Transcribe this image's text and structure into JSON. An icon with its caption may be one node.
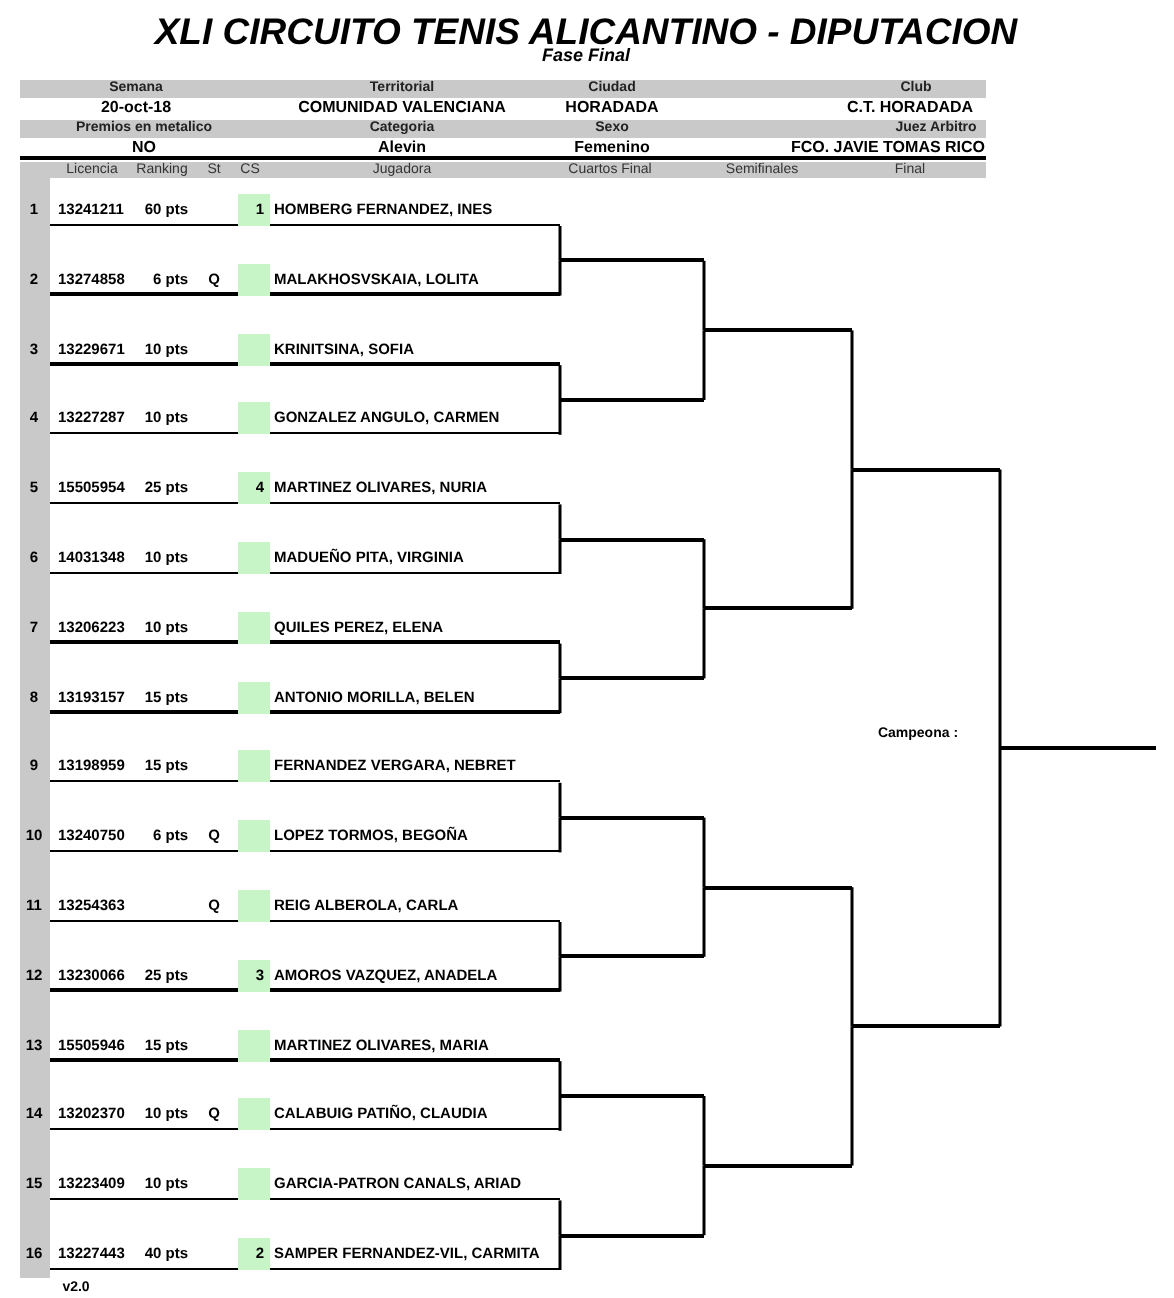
{
  "diagram": {
    "title": "XLI CIRCUITO TENIS ALICANTINO - DIPUTACION",
    "nodes": [
      {
        "text": [
          "1",
          "13241211",
          "60 pts",
          "1",
          "HOMBERG FERNANDEZ, INES"
        ]
      },
      {
        "text": [
          "2",
          "13274858",
          "6 pts",
          "Q",
          "MALAKHOSVSKAIA, LOLITA"
        ]
      },
      {
        "text": [
          "3",
          "13229671",
          "10 pts",
          "KRINITSINA, SOFIA"
        ]
      },
      {
        "text": [
          "4",
          "13227287",
          "10 pts",
          "GONZALEZ ANGULO, CARMEN"
        ]
      },
      {
        "text": [
          "5",
          "15505954",
          "25 pts",
          "4",
          "MARTINEZ OLIVARES, NURIA"
        ]
      },
      {
        "text": [
          "6",
          "14031348",
          "10 pts",
          "MADUEÑO PITA, VIRGINIA"
        ]
      },
      {
        "text": [
          "7",
          "13206223",
          "10 pts",
          "QUILES PEREZ, ELENA"
        ]
      },
      {
        "text": [
          "8",
          "13193157",
          "15 pts",
          "ANTONIO MORILLA, BELEN"
        ]
      },
      {
        "text": [
          "9",
          "13198959",
          "15 pts",
          "FERNANDEZ VERGARA, NEBRET"
        ]
      },
      {
        "text": [
          "10",
          "13240750",
          "6 pts",
          "Q",
          "LOPEZ TORMOS, BEGOÑA"
        ]
      },
      {
        "text": [
          "11",
          "13254363",
          "Q",
          "REIG ALBEROLA, CARLA"
        ]
      },
      {
        "text": [
          "12",
          "13230066",
          "25 pts",
          "3",
          "AMOROS VAZQUEZ, ANADELA"
        ]
      },
      {
        "text": [
          "13",
          "15505946",
          "15 pts",
          "MARTINEZ OLIVARES, MARIA"
        ]
      },
      {
        "text": [
          "14",
          "13202370",
          "10 pts",
          "Q",
          "CALABUIG PATIÑO, CLAUDIA"
        ]
      },
      {
        "text": [
          "15",
          "13223409",
          "10 pts",
          "GARCIA-PATRON CANALS, ARIAD"
        ]
      },
      {
        "text": [
          "16",
          "13227443",
          "40 pts",
          "2",
          "SAMPER FERNANDEZ-VIL, CARMITA"
        ]
      },
      {
        "text": [],
        "shape": "line"
      },
      {
        "text": [],
        "shape": "line"
      },
      {
        "text": [],
        "shape": "line"
      },
      {
        "text": [],
        "shape": "line"
      },
      {
        "text": [],
        "shape": "line"
      },
      {
        "text": [],
        "shape": "line"
      },
      {
        "text": [],
        "shape": "line"
      },
      {
        "text": [],
        "shape": "line"
      },
      {
        "text": [],
        "shape": "line"
      },
      {
        "text": [],
        "shape": "line"
      },
      {
        "text": [],
        "shape": "line"
      },
      {
        "text": [],
        "shape": "line"
      },
      {
        "text": [],
        "shape": "line"
      },
      {
        "text": [],
        "shape": "line"
      },
      {
        "text": [],
        "shape": "line"
      }
    ],
    "edges": [
      {
        "from": 0,
        "to": 16,
        "arrow": "none"
      },
      {
        "from": 1,
        "to": 16,
        "arrow": "none"
      },
      {
        "from": 2,
        "to": 17,
        "arrow": "none"
      },
      {
        "from": 3,
        "to": 17,
        "arrow": "none"
      },
      {
        "from": 4,
        "to": 18,
        "arrow": "none"
      },
      {
        "from": 5,
        "to": 18,
        "arrow": "none"
      },
      {
        "from": 6,
        "to": 19,
        "arrow": "none"
      },
      {
        "from": 7,
        "to": 19,
        "arrow": "none"
      },
      {
        "from": 8,
        "to": 20,
        "arrow": "none"
      },
      {
        "from": 9,
        "to": 20,
        "arrow": "none"
      },
      {
        "from": 10,
        "to": 21,
        "arrow": "none"
      },
      {
        "from": 11,
        "to": 21,
        "arrow": "none"
      },
      {
        "from": 12,
        "to": 22,
        "arrow": "none"
      },
      {
        "from": 13,
        "to": 22,
        "arrow": "none"
      },
      {
        "from": 14,
        "to": 23,
        "arrow": "none"
      },
      {
        "from": 15,
        "to": 23,
        "arrow": "none"
      },
      {
        "from": 16,
        "to": 24,
        "arrow": "none"
      },
      {
        "from": 17,
        "to": 24,
        "arrow": "none"
      },
      {
        "from": 18,
        "to": 25,
        "arrow": "none"
      },
      {
        "from": 19,
        "to": 25,
        "arrow": "none"
      },
      {
        "from": 20,
        "to": 26,
        "arrow": "none"
      },
      {
        "from": 21,
        "to": 26,
        "arrow": "none"
      },
      {
        "from": 22,
        "to": 27,
        "arrow": "none"
      },
      {
        "from": 23,
        "to": 27,
        "arrow": "none"
      },
      {
        "from": 24,
        "to": 28,
        "arrow": "none"
      },
      {
        "from": 25,
        "to": 28,
        "arrow": "none"
      },
      {
        "from": 26,
        "to": 29,
        "arrow": "none"
      },
      {
        "from": 27,
        "to": 29,
        "arrow": "none"
      },
      {
        "from": 28,
        "to": 30,
        "arrow": "none"
      },
      {
        "from": 29,
        "to": 30,
        "arrow": "none"
      }
    ],
    "labels": [
      "Fase Final",
      "Semana",
      "Territorial",
      "Ciudad",
      "Club",
      "20-oct-18",
      "COMUNIDAD VALENCIANA",
      "HORADADA",
      "C.T. HORADADA",
      "Premios en metalico",
      "Categoria",
      "Sexo",
      "Juez Arbitro",
      "NO",
      "Alevin",
      "Femenino",
      "FCO. JAVIE TOMAS RICO",
      "Licencia",
      "Ranking",
      "St",
      "CS",
      "Jugadora",
      "Cuartos Final",
      "Semifinales",
      "Final",
      "Campeona :",
      "v2.0"
    ]
  }
}
